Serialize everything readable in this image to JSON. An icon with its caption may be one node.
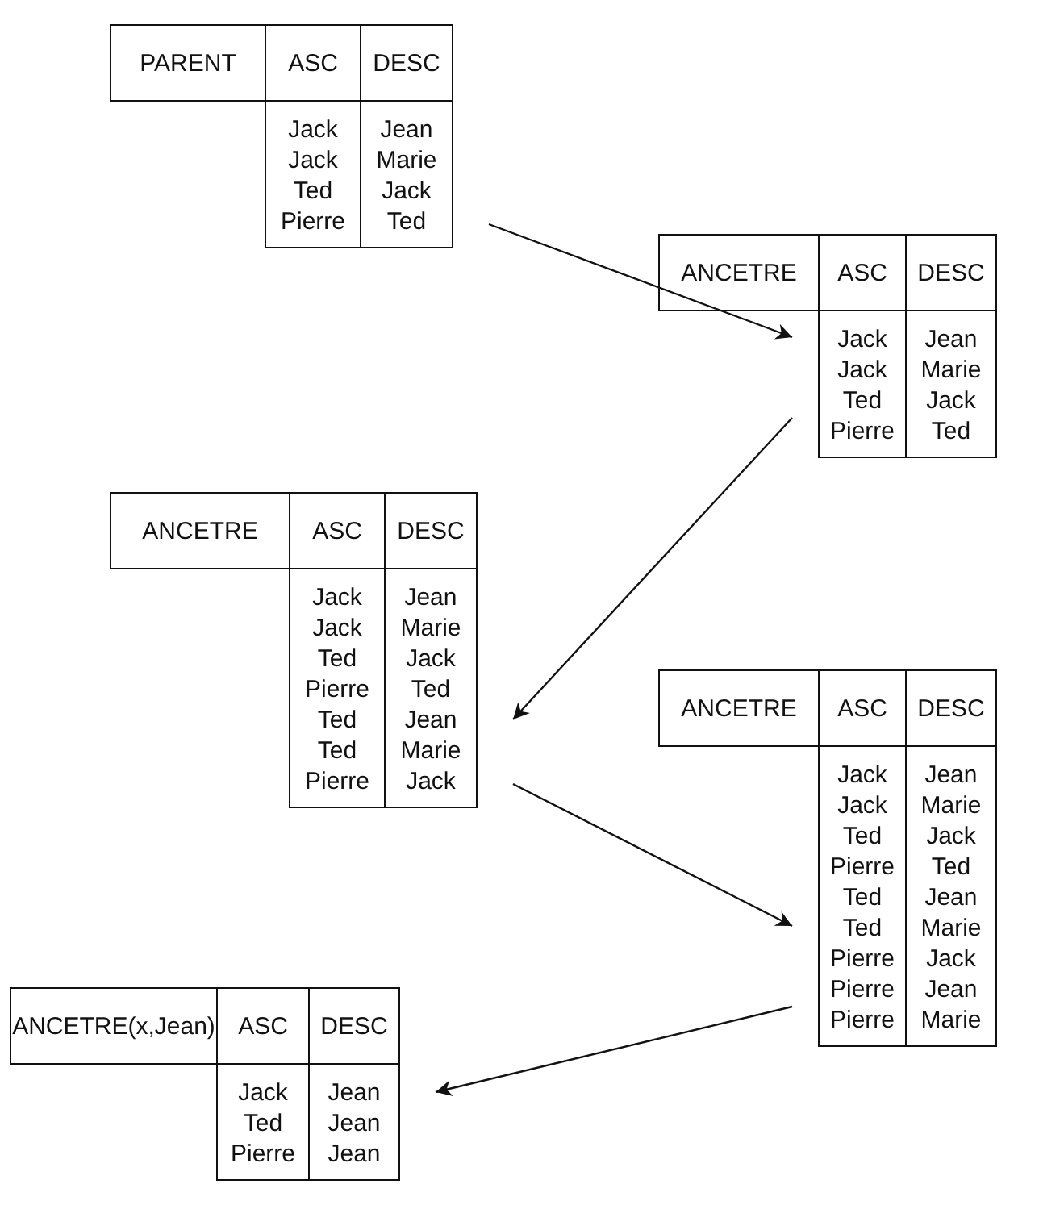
{
  "diagram": {
    "nodes": [
      {
        "text": [
          "PARENT",
          "ASC",
          "DESC",
          "Jack Jack Ted Pierre",
          "Jean Marie Jack Ted"
        ]
      },
      {
        "text": [
          "ANCETRE",
          "ASC",
          "DESC",
          "Jack Jack Ted Pierre",
          "Jean Marie Jack Ted"
        ]
      },
      {
        "text": [
          "ANCETRE",
          "ASC",
          "DESC",
          "Jack Jack Ted Pierre Ted Ted Pierre",
          "Jean Marie Jack Ted Jean Marie Jack"
        ]
      },
      {
        "text": [
          "ANCETRE",
          "ASC",
          "DESC",
          "Jack Jack Ted Pierre Ted Ted Pierre Pierre Pierre",
          "Jean Marie Jack Ted Jean Marie Jack Jean Marie"
        ]
      },
      {
        "text": [
          "ANCETRE(x,Jean)",
          "ASC",
          "DESC",
          "Jack Ted Pierre",
          "Jean Jean Jean"
        ]
      }
    ],
    "edges": [
      {
        "from": 0,
        "to": 1,
        "arrow": "to"
      },
      {
        "from": 1,
        "to": 2,
        "arrow": "to"
      },
      {
        "from": 2,
        "to": 3,
        "arrow": "to"
      },
      {
        "from": 3,
        "to": 4,
        "arrow": "to"
      }
    ]
  }
}
